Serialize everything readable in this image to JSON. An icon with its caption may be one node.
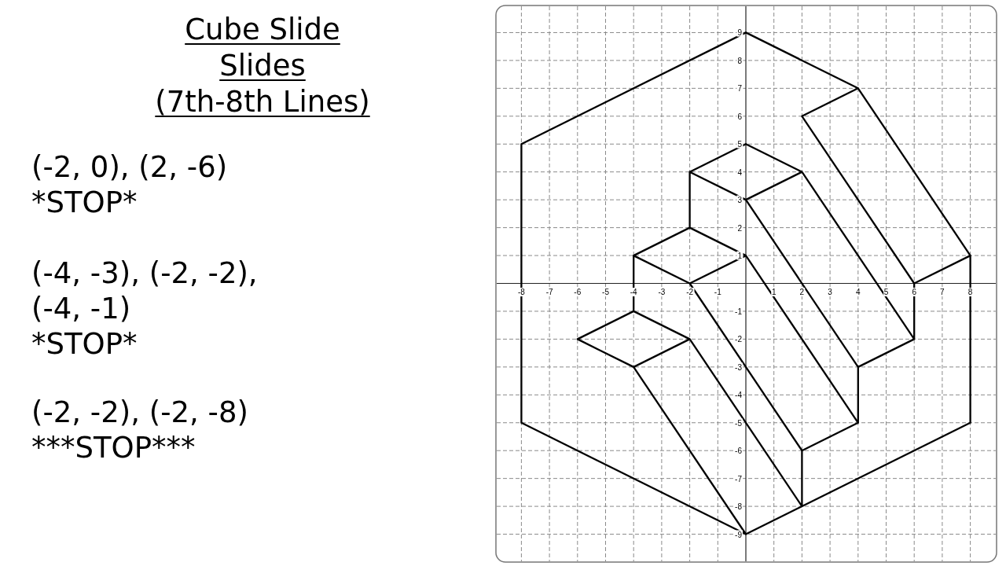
{
  "diagram": {
    "title": "Cube Slide Slides (7th-8th Lines)",
    "labels": [
      "(-2, 0), (2, -6)",
      "*STOP*",
      "(-4, -3), (-2, -2), (-4, -1)",
      "*STOP*",
      "(-2, -2), (-2, -8)",
      "***STOP***",
      "9",
      "8",
      "7",
      "6",
      "5",
      "4",
      "3",
      "2",
      "1",
      "-8",
      "-7",
      "-6",
      "-5",
      "-4",
      "-3",
      "-2",
      "-1",
      "1",
      "2",
      "3",
      "4",
      "5",
      "6",
      "7",
      "8",
      "-1",
      "-2",
      "-3",
      "-4",
      "-5",
      "-6",
      "-7",
      "-8",
      "-9"
    ]
  }
}
